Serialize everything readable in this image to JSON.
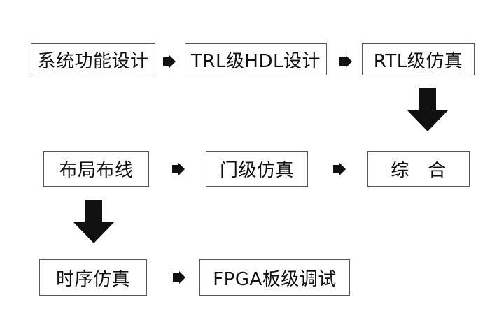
{
  "flow": {
    "steps": [
      "系统功能设计",
      "TRL级HDL设计",
      "RTL级仿真",
      "综　合",
      "门级仿真",
      "布局布线",
      "时序仿真",
      "FPGA板级调试"
    ]
  }
}
